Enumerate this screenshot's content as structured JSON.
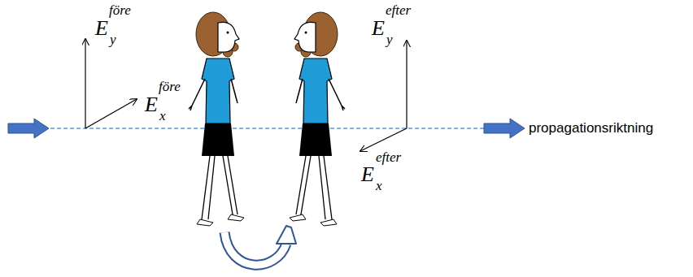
{
  "diagram": {
    "labels": [
      "E",
      "y",
      "före",
      "E",
      "x",
      "före",
      "E",
      "y",
      "efter",
      "E",
      "x",
      "efter",
      "propagationsriktning"
    ]
  }
}
